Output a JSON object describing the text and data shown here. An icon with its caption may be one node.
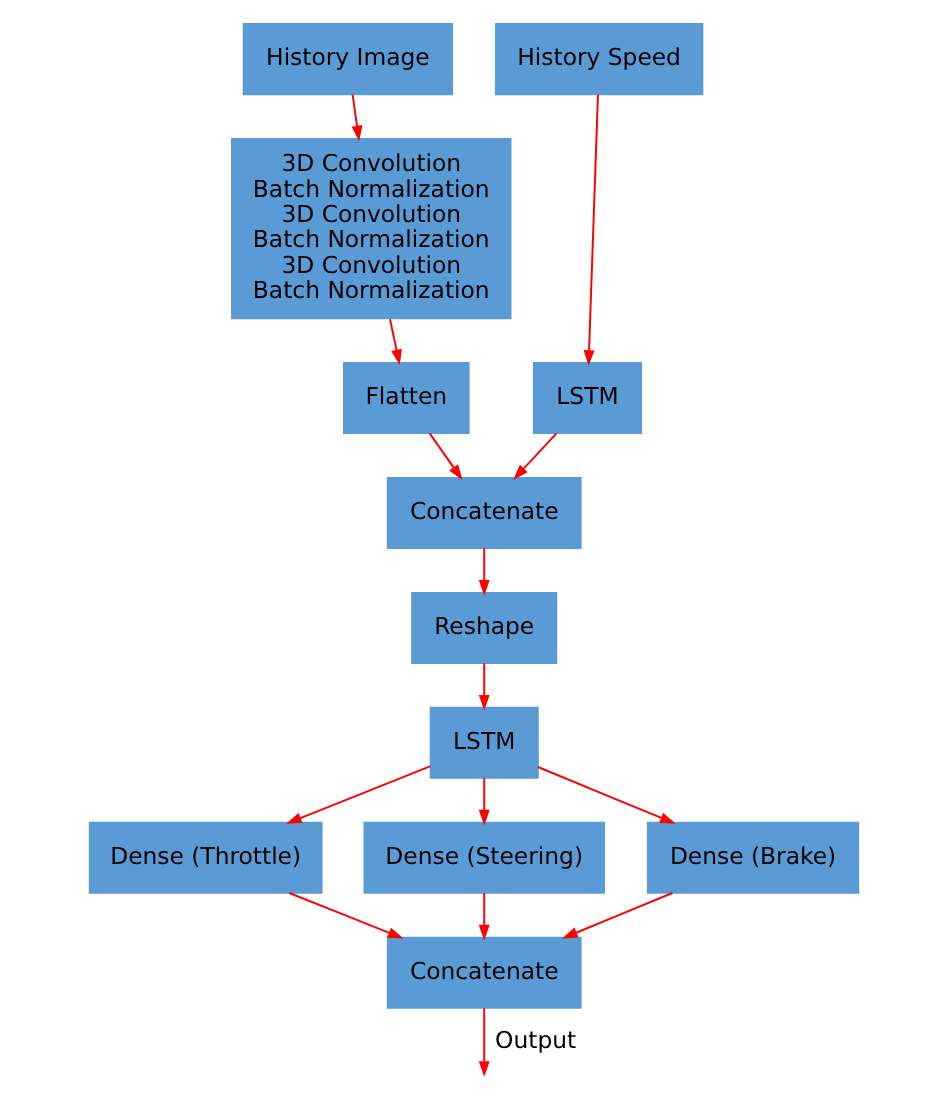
{
  "diagram": {
    "nodes": [
      {
        "text": [
          "History Image"
        ]
      },
      {
        "text": [
          "3D Convolution",
          "Batch Normalization",
          "3D Convolution",
          "Batch Normalization",
          "3D Convolution",
          "Batch Normalization"
        ]
      },
      {
        "text": [
          "History Speed"
        ]
      },
      {
        "text": [
          "Flatten"
        ]
      },
      {
        "text": [
          "LSTM"
        ]
      },
      {
        "text": [
          "Concatenate"
        ]
      },
      {
        "text": [
          "Reshape"
        ]
      },
      {
        "text": [
          "LSTM"
        ]
      },
      {
        "text": [
          "Dense (Throttle)"
        ]
      },
      {
        "text": [
          "Dense (Steering)"
        ]
      },
      {
        "text": [
          "Dense (Brake)"
        ]
      },
      {
        "text": [
          "Concatenate"
        ]
      }
    ],
    "edges": [
      {
        "from": 0,
        "to": 1,
        "arrow": "to"
      },
      {
        "from": 1,
        "to": 3,
        "arrow": "to"
      },
      {
        "from": 2,
        "to": 4,
        "arrow": "to"
      },
      {
        "from": 3,
        "to": 5,
        "arrow": "to"
      },
      {
        "from": 4,
        "to": 5,
        "arrow": "to"
      },
      {
        "from": 5,
        "to": 6,
        "arrow": "to"
      },
      {
        "from": 6,
        "to": 7,
        "arrow": "to"
      },
      {
        "from": 7,
        "to": 8,
        "arrow": "to"
      },
      {
        "from": 7,
        "to": 9,
        "arrow": "to"
      },
      {
        "from": 7,
        "to": 10,
        "arrow": "to"
      },
      {
        "from": 8,
        "to": 11,
        "arrow": "to"
      },
      {
        "from": 9,
        "to": 11,
        "arrow": "to"
      },
      {
        "from": 10,
        "to": 11,
        "arrow": "to"
      },
      {
        "from": 11,
        "to": null,
        "label": "Output",
        "arrow": "to"
      }
    ]
  }
}
